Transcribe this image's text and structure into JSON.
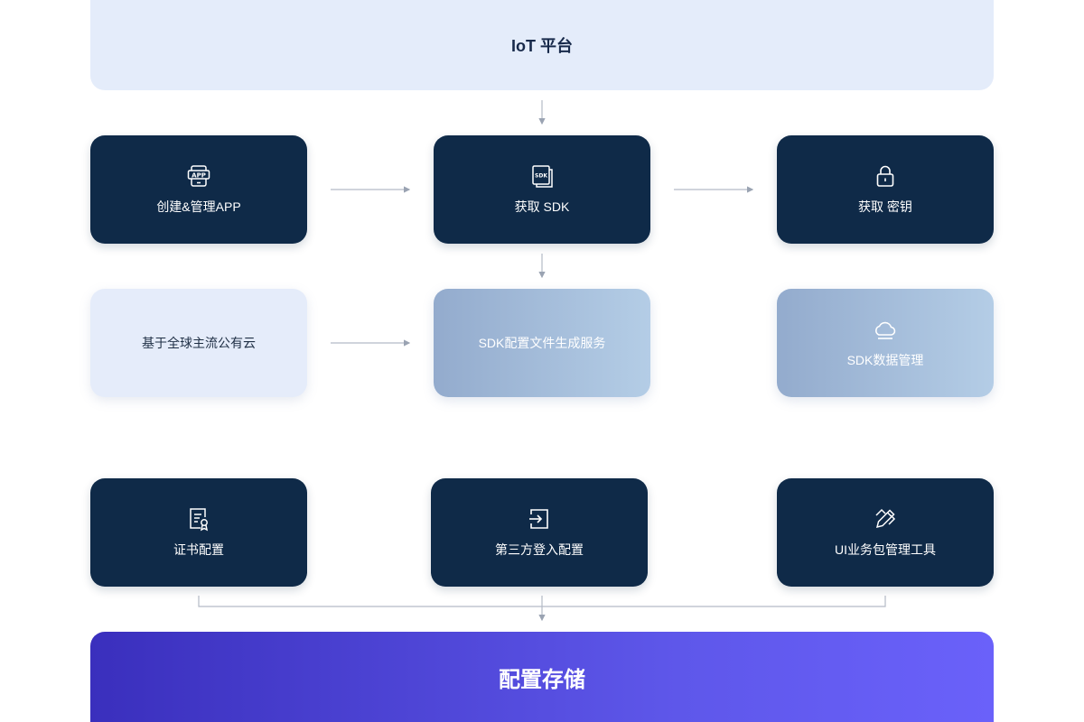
{
  "top": {
    "title": "IoT 平台"
  },
  "row1": [
    {
      "label": "创建&管理APP",
      "icon": "app-icon"
    },
    {
      "label": "获取 SDK",
      "icon": "sdk-icon"
    },
    {
      "label": "获取 密钥",
      "icon": "lock-icon"
    }
  ],
  "row2": [
    {
      "label": "基于全球主流公有云"
    },
    {
      "label": "SDK配置文件生成服务"
    },
    {
      "label": "SDK数据管理",
      "icon": "cloud-icon"
    }
  ],
  "row3": [
    {
      "label": "证书配置",
      "icon": "certificate-icon"
    },
    {
      "label": "第三方登入配置",
      "icon": "login-icon"
    },
    {
      "label": "UI业务包管理工具",
      "icon": "edit-tool-icon"
    }
  ],
  "bottom": {
    "title": "配置存储"
  },
  "colors": {
    "dark_box": "#0f2a48",
    "light_box": "#e5ecfa",
    "top_bar": "#e4ecfa",
    "bottom_start": "#3a2fbd",
    "bottom_end": "#6a61fa",
    "connector": "#b4bac6"
  }
}
